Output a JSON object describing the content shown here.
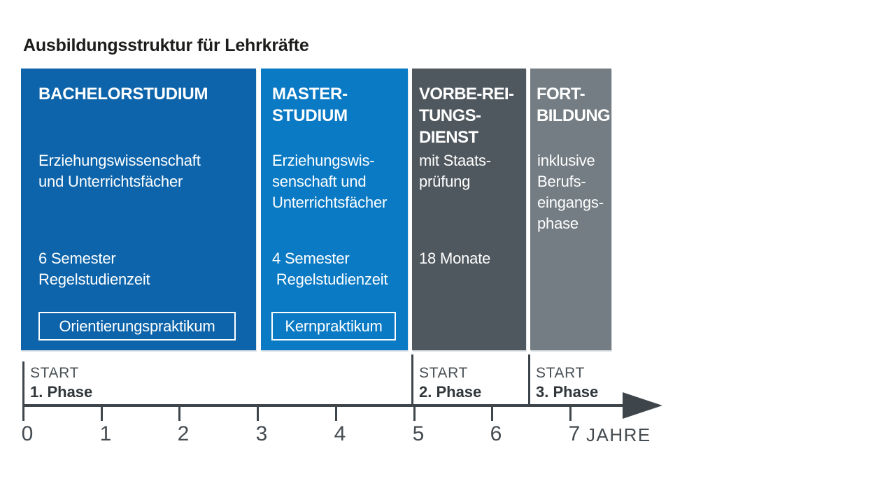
{
  "page_title": "Ausbildungsstruktur für Lehrkräfte",
  "colors": {
    "block_bachelor": "#0d64aa",
    "block_master": "#0a7ac4",
    "block_vorbereitungsdienst": "#4f585e",
    "block_fortbildung": "#737d83",
    "axis": "#3e464b",
    "title_text": "#1d1d1b",
    "timeline_text": "#454c51",
    "block_text": "#ffffff"
  },
  "blocks": [
    {
      "heading": [
        "BACHELORSTUDIUM"
      ],
      "body": [
        "Erziehungswissenschaft",
        "und Unterrichtsfächer"
      ],
      "duration": [
        "6 Semester",
        "Regelstudienzeit"
      ],
      "badge": "Orientierungspraktikum"
    },
    {
      "heading": [
        "MASTER-",
        "STUDIUM"
      ],
      "body": [
        "Erziehungswis-",
        "senschaft und",
        "Unterrichtsfächer"
      ],
      "duration": [
        "4 Semester",
        " Regelstudienzeit"
      ],
      "badge": "Kernpraktikum"
    },
    {
      "heading": [
        "VORBE-REI-",
        "TUNGS-",
        "DIENST"
      ],
      "body": [
        "mit Staats-",
        "prüfung"
      ],
      "duration": [
        "18 Monate"
      ]
    },
    {
      "heading": [
        "FORT-",
        "BILDUNG"
      ],
      "body": [
        "inklusive",
        "Berufs-",
        "eingangs-",
        "phase"
      ]
    }
  ],
  "timeline": {
    "markers": [
      {
        "start_label": "START",
        "phase_label": "1. Phase"
      },
      {
        "start_label": "START",
        "phase_label": "2. Phase"
      },
      {
        "start_label": "START",
        "phase_label": "3. Phase"
      }
    ],
    "tick_labels": [
      "0",
      "1",
      "2",
      "3",
      "4",
      "5",
      "6",
      "7"
    ],
    "unit_label": "JAHRE"
  }
}
